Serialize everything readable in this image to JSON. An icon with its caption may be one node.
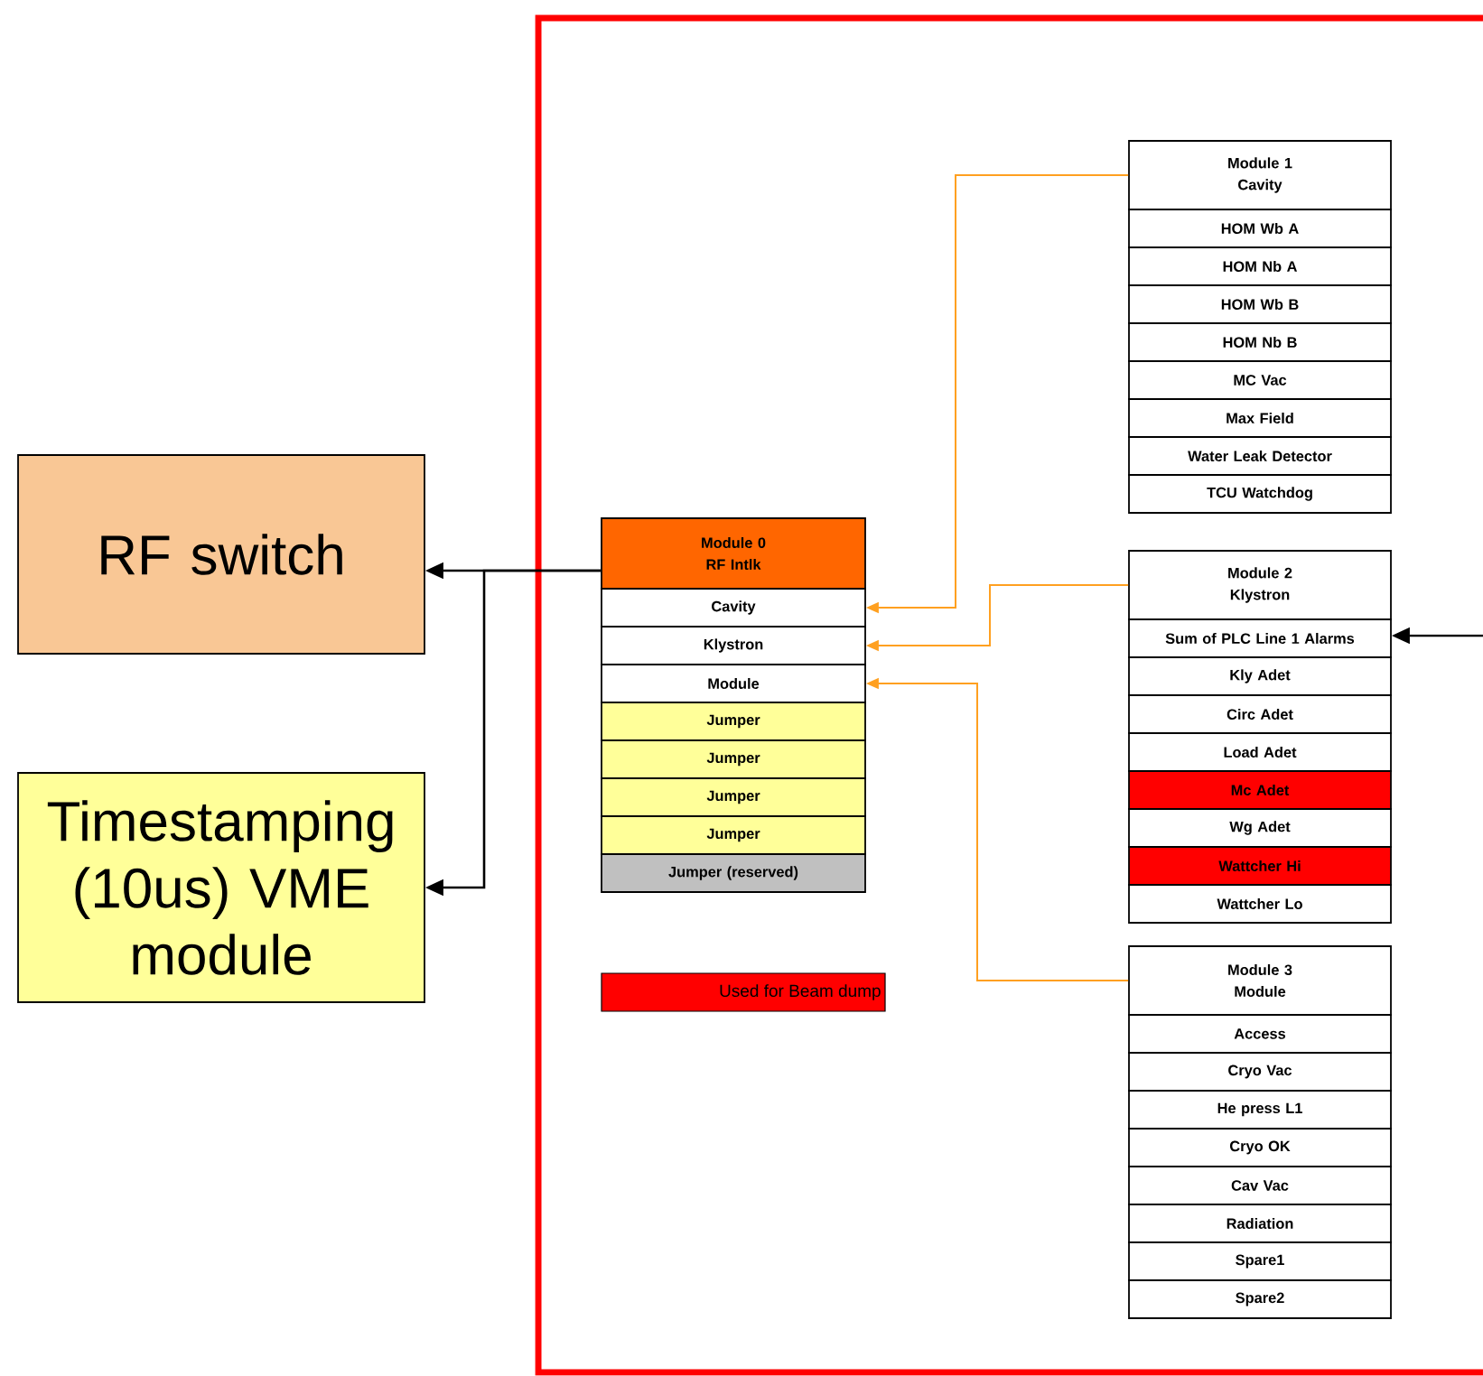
{
  "diagram": {
    "nodes": [
      {
        "text": [
          "RF switch"
        ]
      },
      {
        "text": [
          "Timestamping (10us) VME module"
        ]
      },
      {
        "text": [
          "Module 0",
          "RF Intlk"
        ]
      },
      {
        "text": [
          "Cavity"
        ]
      },
      {
        "text": [
          "Klystron"
        ]
      },
      {
        "text": [
          "Module"
        ]
      },
      {
        "text": [
          "Jumper"
        ]
      },
      {
        "text": [
          "Jumper"
        ]
      },
      {
        "text": [
          "Jumper"
        ]
      },
      {
        "text": [
          "Jumper"
        ]
      },
      {
        "text": [
          "Jumper (reserved)"
        ]
      },
      {
        "text": [
          "Module 1",
          "Cavity"
        ]
      },
      {
        "text": [
          "HOM Wb A"
        ]
      },
      {
        "text": [
          "HOM Nb A"
        ]
      },
      {
        "text": [
          "HOM Wb B"
        ]
      },
      {
        "text": [
          "HOM Nb B"
        ]
      },
      {
        "text": [
          "MC Vac"
        ]
      },
      {
        "text": [
          "Max Field"
        ]
      },
      {
        "text": [
          "Water Leak Detector"
        ]
      },
      {
        "text": [
          "TCU Watchdog"
        ]
      },
      {
        "text": [
          "Module 2",
          "Klystron"
        ]
      },
      {
        "text": [
          "Sum of PLC Line 1 Alarms"
        ]
      },
      {
        "text": [
          "Kly Adet"
        ]
      },
      {
        "text": [
          "Circ Adet"
        ]
      },
      {
        "text": [
          "Load Adet"
        ]
      },
      {
        "text": [
          "Mc Adet"
        ]
      },
      {
        "text": [
          "Wg Adet"
        ]
      },
      {
        "text": [
          "Wattcher Hi"
        ]
      },
      {
        "text": [
          "Wattcher Lo"
        ]
      },
      {
        "text": [
          "Module 3",
          "Module"
        ]
      },
      {
        "text": [
          "Access"
        ]
      },
      {
        "text": [
          "Cryo Vac"
        ]
      },
      {
        "text": [
          "He press L1"
        ]
      },
      {
        "text": [
          "Cryo OK"
        ]
      },
      {
        "text": [
          "Cav Vac"
        ]
      },
      {
        "text": [
          "Radiation"
        ]
      },
      {
        "text": [
          "Spare1"
        ]
      },
      {
        "text": [
          "Spare2"
        ]
      }
    ],
    "edges": [
      {
        "from": 2,
        "to": 0,
        "arrow": "to",
        "color": "#000000"
      },
      {
        "from": 2,
        "to": 1,
        "arrow": "to",
        "color": "#000000"
      },
      {
        "from": 11,
        "to": 3,
        "arrow": "to",
        "color": "#ffa020"
      },
      {
        "from": 20,
        "to": 4,
        "arrow": "to",
        "color": "#ffa020"
      },
      {
        "from": 29,
        "to": 5,
        "arrow": "to",
        "color": "#ffa020"
      },
      {
        "from": null,
        "to": 21,
        "arrow": "to",
        "color": "#000000"
      }
    ],
    "legend": [
      {
        "text": "Used for Beam dump",
        "color": "#ff0000"
      }
    ]
  }
}
